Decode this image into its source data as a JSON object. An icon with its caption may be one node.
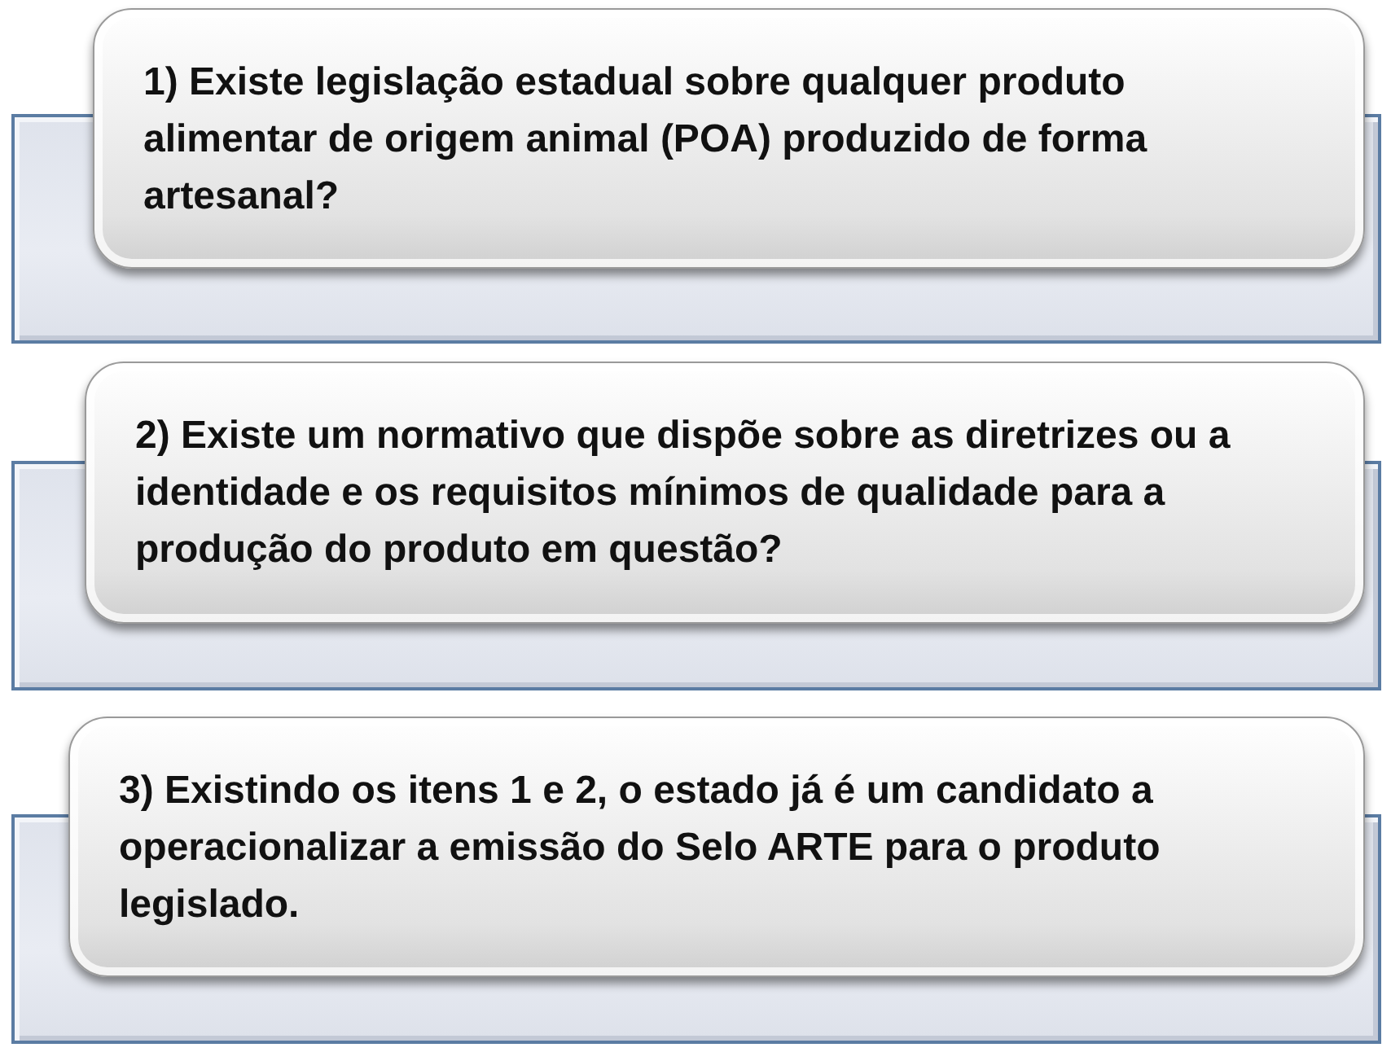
{
  "diagram": {
    "nodes": [
      {
        "text": [
          "1) Existe legislação estadual sobre qualquer produto alimentar de origem animal (POA) produzido de forma artesanal?"
        ]
      },
      {
        "text": [
          "2) Existe um normativo que dispõe sobre as diretrizes ou a identidade e os requisitos mínimos de qualidade para a produção do produto em questão?"
        ]
      },
      {
        "text": [
          "3) Existindo os itens 1 e 2, o estado já é um candidato a operacionalizar a emissão do Selo ARTE para o produto legislado."
        ]
      }
    ]
  }
}
